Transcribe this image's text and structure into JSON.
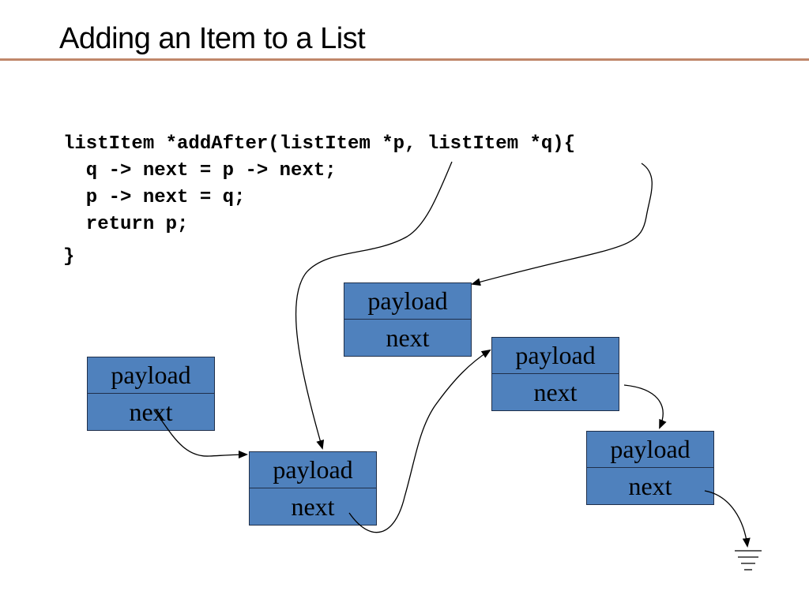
{
  "slide": {
    "title": "Adding an Item to a List"
  },
  "code": {
    "lines": [
      "listItem *addAfter(listItem *p, listItem *q){",
      "  q -> next = p -> next;",
      "  p -> next = q;",
      "  return p;",
      "}"
    ]
  },
  "nodes": [
    {
      "id": "node-1",
      "payload_label": "payload",
      "next_label": "next"
    },
    {
      "id": "node-2",
      "payload_label": "payload",
      "next_label": "next"
    },
    {
      "id": "node-q",
      "payload_label": "payload",
      "next_label": "next"
    },
    {
      "id": "node-3",
      "payload_label": "payload",
      "next_label": "next"
    },
    {
      "id": "node-4",
      "payload_label": "payload",
      "next_label": "next"
    }
  ],
  "colors": {
    "node_fill": "#4f81bd",
    "node_border": "#1f2f4a",
    "title_rule": "#c0876a"
  },
  "icons": {
    "terminator": "ground-icon"
  }
}
